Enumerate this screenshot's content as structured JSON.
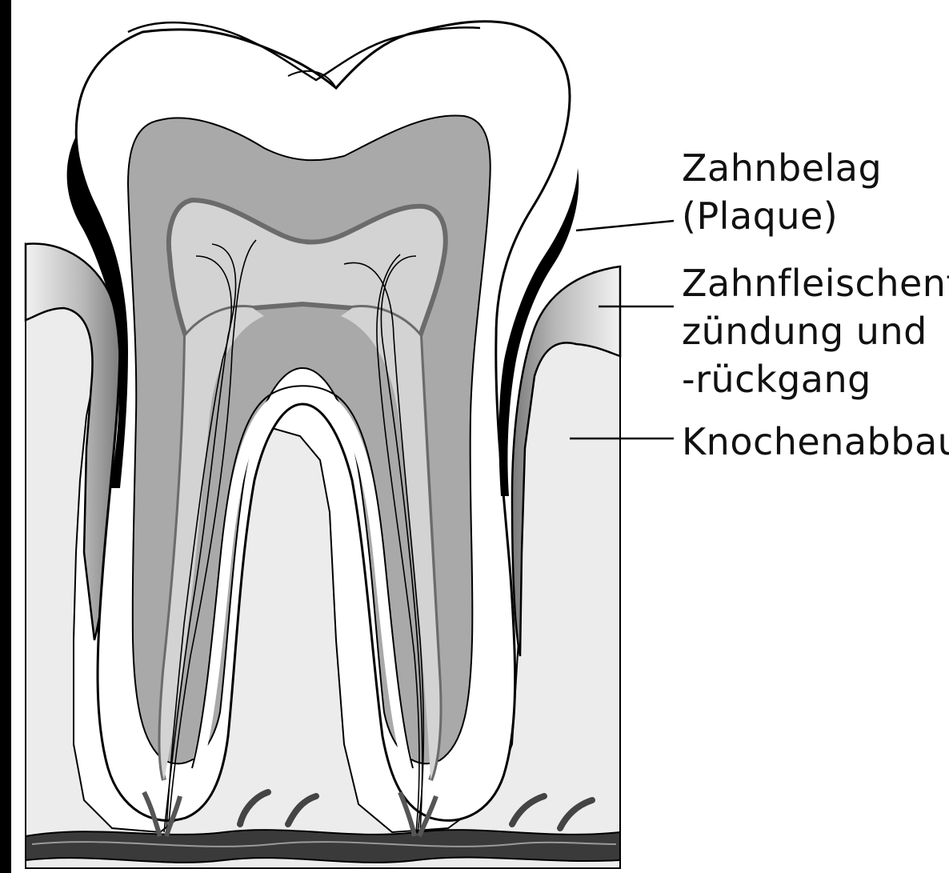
{
  "labels": {
    "plaque_line1": "Zahnbelag",
    "plaque_line2": "(Plaque)",
    "gum_line1": "Zahnfleischent-",
    "gum_line2": "zündung und",
    "gum_line3": "-rückgang",
    "bone": "Knochenabbau"
  },
  "colors": {
    "outline": "#000000",
    "dentin": "#a9a9a9",
    "pulp": "#d3d3d3",
    "bone": "#ececec",
    "enamel": "#ffffff",
    "plaque": "#000000"
  }
}
